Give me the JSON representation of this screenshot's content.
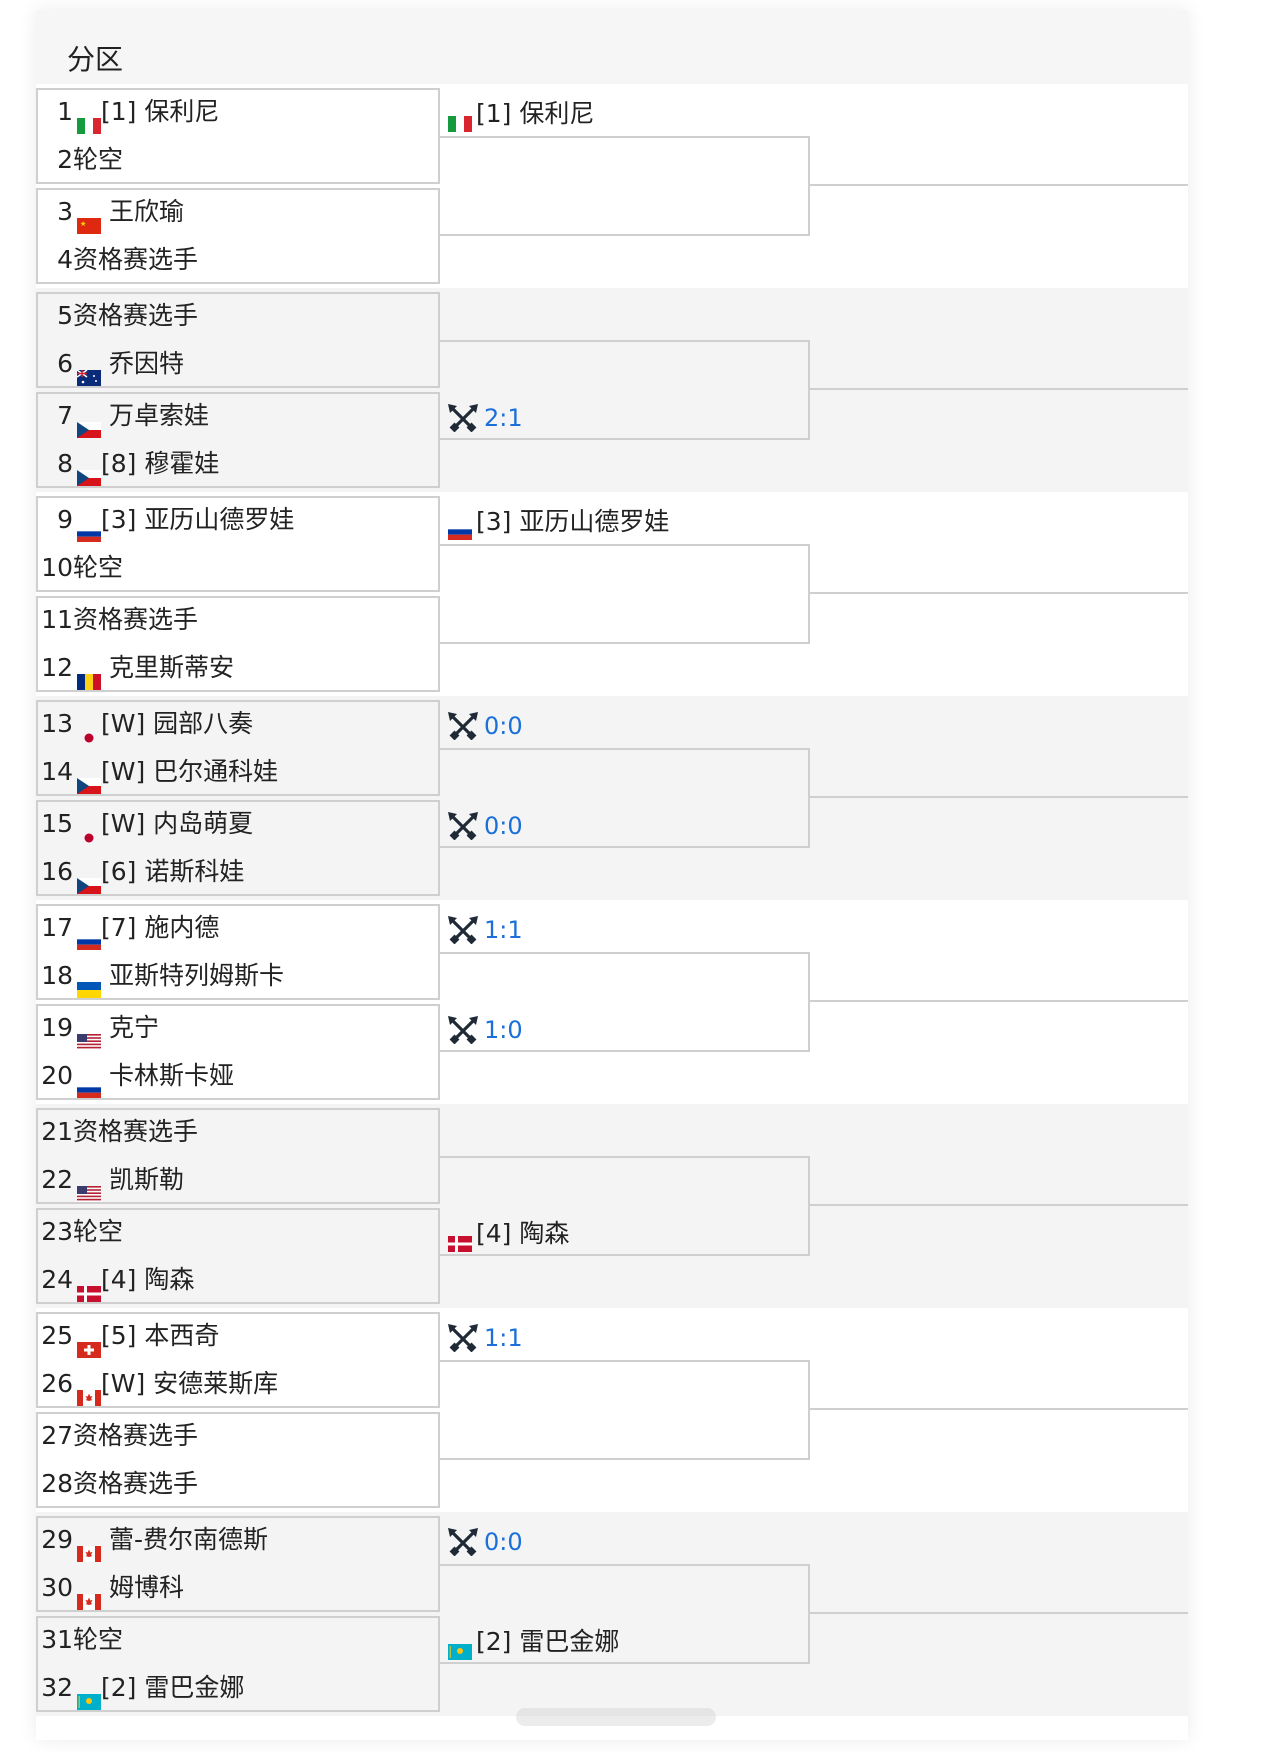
{
  "header": {
    "title": "分区"
  },
  "colors": {
    "border": "#cfcfcf",
    "score_blue": "#1a6fd8",
    "band_alt": "#f4f4f4"
  },
  "icons": {
    "score": "crossed-swords-icon"
  },
  "players": [
    {
      "seed_num": "1",
      "flag": "italy",
      "name": "[1] 保利尼"
    },
    {
      "seed_num": "2",
      "flag": "none",
      "name": "轮空"
    },
    {
      "seed_num": "3",
      "flag": "china",
      "name": "王欣瑜"
    },
    {
      "seed_num": "4",
      "flag": "none",
      "name": "资格赛选手"
    },
    {
      "seed_num": "5",
      "flag": "none",
      "name": "资格赛选手"
    },
    {
      "seed_num": "6",
      "flag": "australia",
      "name": "乔因特"
    },
    {
      "seed_num": "7",
      "flag": "czech",
      "name": "万卓索娃"
    },
    {
      "seed_num": "8",
      "flag": "czech",
      "name": "[8] 穆霍娃"
    },
    {
      "seed_num": "9",
      "flag": "russia",
      "name": "[3] 亚历山德罗娃"
    },
    {
      "seed_num": "10",
      "flag": "none",
      "name": "轮空"
    },
    {
      "seed_num": "11",
      "flag": "none",
      "name": "资格赛选手"
    },
    {
      "seed_num": "12",
      "flag": "romania",
      "name": "克里斯蒂安"
    },
    {
      "seed_num": "13",
      "flag": "japan",
      "name": "[W] 园部八奏"
    },
    {
      "seed_num": "14",
      "flag": "czech",
      "name": "[W] 巴尔通科娃"
    },
    {
      "seed_num": "15",
      "flag": "japan",
      "name": "[W] 内岛萌夏"
    },
    {
      "seed_num": "16",
      "flag": "czech",
      "name": "[6] 诺斯科娃"
    },
    {
      "seed_num": "17",
      "flag": "russia",
      "name": "[7] 施内德"
    },
    {
      "seed_num": "18",
      "flag": "ukraine",
      "name": "亚斯特列姆斯卡"
    },
    {
      "seed_num": "19",
      "flag": "usa",
      "name": "克宁"
    },
    {
      "seed_num": "20",
      "flag": "russia",
      "name": "卡林斯卡娅"
    },
    {
      "seed_num": "21",
      "flag": "none",
      "name": "资格赛选手"
    },
    {
      "seed_num": "22",
      "flag": "usa",
      "name": "凯斯勒"
    },
    {
      "seed_num": "23",
      "flag": "none",
      "name": "轮空"
    },
    {
      "seed_num": "24",
      "flag": "denmark",
      "name": "[4] 陶森"
    },
    {
      "seed_num": "25",
      "flag": "switzerland",
      "name": "[5] 本西奇"
    },
    {
      "seed_num": "26",
      "flag": "canada",
      "name": "[W] 安德莱斯库"
    },
    {
      "seed_num": "27",
      "flag": "none",
      "name": "资格赛选手"
    },
    {
      "seed_num": "28",
      "flag": "none",
      "name": "资格赛选手"
    },
    {
      "seed_num": "29",
      "flag": "canada",
      "name": "蕾-费尔南德斯"
    },
    {
      "seed_num": "30",
      "flag": "canada",
      "name": "姆博科"
    },
    {
      "seed_num": "31",
      "flag": "none",
      "name": "轮空"
    },
    {
      "seed_num": "32",
      "flag": "kazakhstan",
      "name": "[2] 雷巴金娜"
    }
  ],
  "round2": [
    {
      "match": 1,
      "kind": "advance",
      "flag": "italy",
      "name": "[1] 保利尼"
    },
    {
      "match": 2,
      "kind": "empty"
    },
    {
      "match": 3,
      "kind": "empty"
    },
    {
      "match": 4,
      "kind": "score",
      "score": "2:1"
    },
    {
      "match": 5,
      "kind": "advance",
      "flag": "russia",
      "name": "[3] 亚历山德罗娃"
    },
    {
      "match": 6,
      "kind": "empty"
    },
    {
      "match": 7,
      "kind": "score",
      "score": "0:0"
    },
    {
      "match": 8,
      "kind": "score",
      "score": "0:0"
    },
    {
      "match": 9,
      "kind": "score",
      "score": "1:1"
    },
    {
      "match": 10,
      "kind": "score",
      "score": "1:0"
    },
    {
      "match": 11,
      "kind": "empty"
    },
    {
      "match": 12,
      "kind": "advance",
      "flag": "denmark",
      "name": "[4] 陶森"
    },
    {
      "match": 13,
      "kind": "score",
      "score": "1:1"
    },
    {
      "match": 14,
      "kind": "empty"
    },
    {
      "match": 15,
      "kind": "score",
      "score": "0:0"
    },
    {
      "match": 16,
      "kind": "advance",
      "flag": "kazakhstan",
      "name": "[2] 雷巴金娜"
    }
  ]
}
